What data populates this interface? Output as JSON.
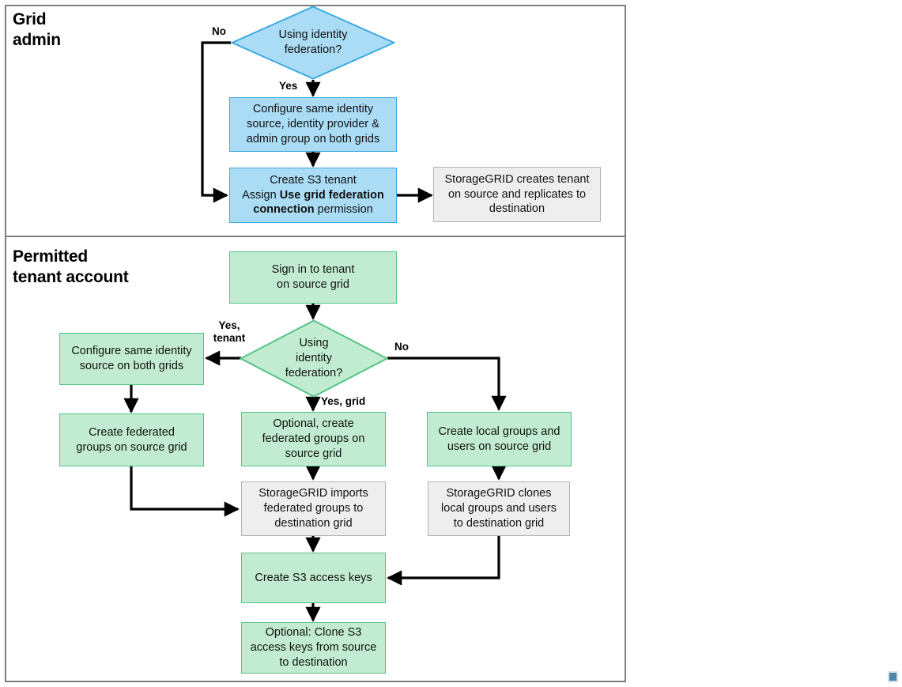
{
  "figure": {
    "lanes": [
      {
        "id": "grid-admin",
        "title": "Grid\nadmin"
      },
      {
        "id": "permitted-tenant-account",
        "title": "Permitted\ntenant account"
      }
    ],
    "colors": {
      "blue_fill": "#aadcf5",
      "blue_border": "#3aa8e0",
      "green_fill": "#c2ecd2",
      "green_border": "#56c386",
      "gray_fill": "#eeeeee",
      "gray_border": "#b3b3b3",
      "panel_border": "#7f7f7f",
      "connector": "#000000"
    }
  },
  "chart_data": {
    "type": "diagram",
    "title": "Grid federation setup workflow",
    "lanes": [
      "Grid admin",
      "Permitted tenant account"
    ],
    "nodes": [
      {
        "id": "n1",
        "lane": "Grid admin",
        "shape": "diamond",
        "color": "blue",
        "text": "Using  identity federation?"
      },
      {
        "id": "n2",
        "lane": "Grid admin",
        "shape": "process",
        "color": "blue",
        "text": "Configure same identity source, identity provider & admin group on both grids"
      },
      {
        "id": "n3",
        "lane": "Grid admin",
        "shape": "process",
        "color": "blue",
        "text": "Create S3 tenant Assign Use grid federation connection permission"
      },
      {
        "id": "n4",
        "lane": "Grid admin",
        "shape": "process",
        "color": "gray",
        "text": "StorageGRID creates tenant on source and replicates to destination"
      },
      {
        "id": "n5",
        "lane": "Permitted tenant account",
        "shape": "process",
        "color": "green",
        "text": "Sign in to tenant on source grid"
      },
      {
        "id": "n6",
        "lane": "Permitted tenant account",
        "shape": "diamond",
        "color": "green",
        "text": "Using identity federation?"
      },
      {
        "id": "n7",
        "lane": "Permitted tenant account",
        "shape": "process",
        "color": "green",
        "text": "Configure same identity source on both grids"
      },
      {
        "id": "n8",
        "lane": "Permitted tenant account",
        "shape": "process",
        "color": "green",
        "text": "Create federated groups on source grid"
      },
      {
        "id": "n9",
        "lane": "Permitted tenant account",
        "shape": "process",
        "color": "green",
        "text": "Optional, create federated groups on source grid"
      },
      {
        "id": "n10",
        "lane": "Permitted tenant account",
        "shape": "process",
        "color": "green",
        "text": "Create local groups and users on source grid"
      },
      {
        "id": "n11",
        "lane": "Permitted tenant account",
        "shape": "process",
        "color": "gray",
        "text": "StorageGRID imports federated groups to destination grid"
      },
      {
        "id": "n12",
        "lane": "Permitted tenant account",
        "shape": "process",
        "color": "gray",
        "text": "StorageGRID clones local groups and users to destination grid"
      },
      {
        "id": "n13",
        "lane": "Permitted tenant account",
        "shape": "process",
        "color": "green",
        "text": "Create S3 access keys"
      },
      {
        "id": "n14",
        "lane": "Permitted tenant account",
        "shape": "process",
        "color": "green",
        "text": "Optional: Clone S3 access keys from source to destination"
      }
    ],
    "edges": [
      {
        "from": "n1",
        "to": "n2",
        "label": "Yes"
      },
      {
        "from": "n1",
        "to": "n3",
        "label": "No"
      },
      {
        "from": "n2",
        "to": "n3",
        "label": ""
      },
      {
        "from": "n3",
        "to": "n4",
        "label": ""
      },
      {
        "from": "n5",
        "to": "n6",
        "label": ""
      },
      {
        "from": "n6",
        "to": "n7",
        "label": "Yes, tenant"
      },
      {
        "from": "n6",
        "to": "n9",
        "label": "Yes, grid"
      },
      {
        "from": "n6",
        "to": "n10",
        "label": "No"
      },
      {
        "from": "n7",
        "to": "n8",
        "label": ""
      },
      {
        "from": "n8",
        "to": "n11",
        "label": ""
      },
      {
        "from": "n9",
        "to": "n11",
        "label": ""
      },
      {
        "from": "n10",
        "to": "n12",
        "label": ""
      },
      {
        "from": "n11",
        "to": "n13",
        "label": ""
      },
      {
        "from": "n12",
        "to": "n13",
        "label": ""
      },
      {
        "from": "n13",
        "to": "n14",
        "label": ""
      }
    ]
  },
  "nodes": {
    "decision_grid_federation": {
      "line1": "Using  identity",
      "line2": "federation?"
    },
    "configure_same_identity_admin": {
      "line1": "Configure same identity",
      "line2": "source, identity provider &",
      "line3": "admin group on both grids"
    },
    "create_s3_tenant": {
      "line1": "Create S3 tenant",
      "line2_pre": "Assign ",
      "line2_bold": "Use grid federation",
      "line3_bold": "connection",
      "line3_post": " permission"
    },
    "storagegrid_creates_tenant": {
      "line1": "StorageGRID creates tenant",
      "line2": "on source and replicates to",
      "line3": "destination"
    },
    "sign_in_tenant": {
      "line1": "Sign in to tenant",
      "line2": "on source grid"
    },
    "decision_tenant_federation": {
      "line1": "Using",
      "line2": "identity",
      "line3": "federation?"
    },
    "configure_same_identity_tenant": {
      "line1": "Configure same identity",
      "line2": "source on both grids"
    },
    "create_federated_groups": {
      "line1": "Create federated",
      "line2": "groups on source grid"
    },
    "optional_create_federated_groups": {
      "line1": "Optional, create",
      "line2": "federated groups on",
      "line3": "source grid"
    },
    "create_local_groups": {
      "line1": "Create local groups and",
      "line2": "users on source grid"
    },
    "storagegrid_imports": {
      "line1": "StorageGRID imports",
      "line2": "federated groups to",
      "line3": "destination grid"
    },
    "storagegrid_clones": {
      "line1": "StorageGRID clones",
      "line2": "local groups and users",
      "line3": "to destination grid"
    },
    "create_s3_access_keys": {
      "line1": "Create S3 access keys"
    },
    "optional_clone_keys": {
      "line1": "Optional: Clone S3",
      "line2": "access keys from source",
      "line3": "to destination"
    }
  },
  "edge_labels": {
    "admin_no": "No",
    "admin_yes": "Yes",
    "tenant_yes_tenant": "Yes,\ntenant",
    "tenant_no": "No",
    "tenant_yes_grid": "Yes, grid"
  }
}
